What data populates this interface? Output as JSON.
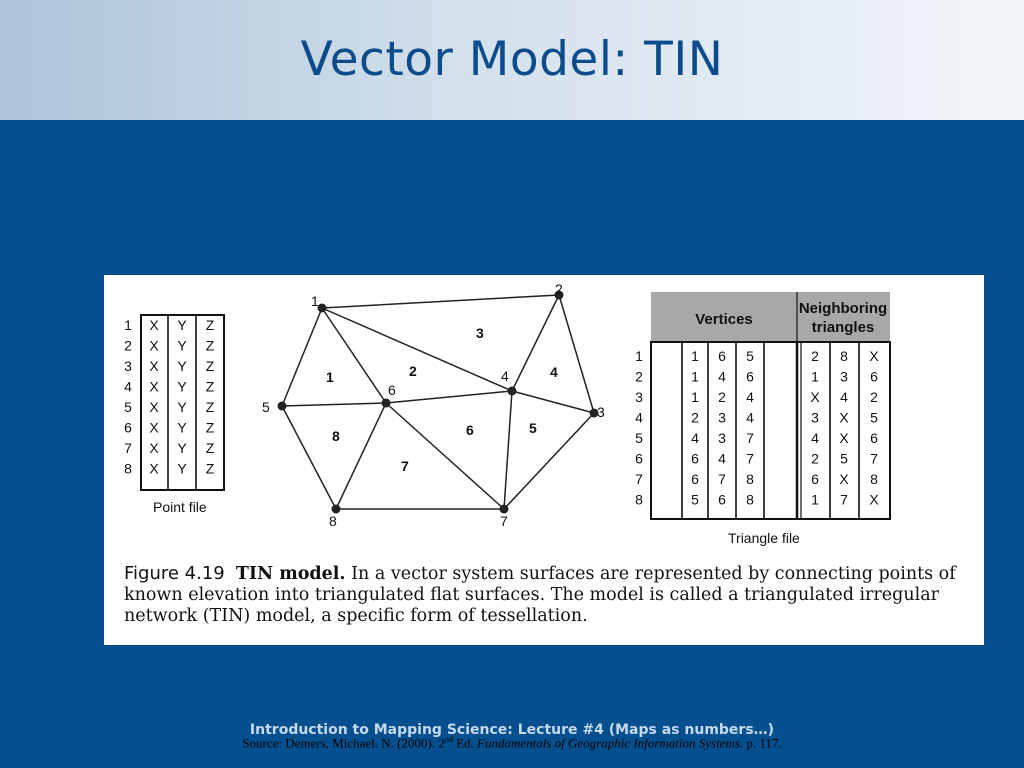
{
  "slide": {
    "title": "Vector Model: TIN"
  },
  "figure": {
    "point_file": {
      "label": "Point file",
      "rows": [
        {
          "id": "1",
          "x": "X",
          "y": "Y",
          "z": "Z"
        },
        {
          "id": "2",
          "x": "X",
          "y": "Y",
          "z": "Z"
        },
        {
          "id": "3",
          "x": "X",
          "y": "Y",
          "z": "Z"
        },
        {
          "id": "4",
          "x": "X",
          "y": "Y",
          "z": "Z"
        },
        {
          "id": "5",
          "x": "X",
          "y": "Y",
          "z": "Z"
        },
        {
          "id": "6",
          "x": "X",
          "y": "Y",
          "z": "Z"
        },
        {
          "id": "7",
          "x": "X",
          "y": "Y",
          "z": "Z"
        },
        {
          "id": "8",
          "x": "X",
          "y": "Y",
          "z": "Z"
        }
      ]
    },
    "network": {
      "point_labels": [
        "1",
        "2",
        "3",
        "4",
        "5",
        "6",
        "7",
        "8"
      ],
      "triangle_labels": [
        "1",
        "2",
        "3",
        "4",
        "5",
        "6",
        "7",
        "8"
      ]
    },
    "triangle_file": {
      "label": "Triangle file",
      "header_vertices": "Vertices",
      "header_neighbors_line1": "Neighboring",
      "header_neighbors_line2": "triangles",
      "rows": [
        {
          "id": "1",
          "v": [
            "1",
            "6",
            "5"
          ],
          "n": [
            "2",
            "8",
            "X"
          ]
        },
        {
          "id": "2",
          "v": [
            "1",
            "4",
            "6"
          ],
          "n": [
            "1",
            "3",
            "6"
          ]
        },
        {
          "id": "3",
          "v": [
            "1",
            "2",
            "4"
          ],
          "n": [
            "X",
            "4",
            "2"
          ]
        },
        {
          "id": "4",
          "v": [
            "2",
            "3",
            "4"
          ],
          "n": [
            "3",
            "X",
            "5"
          ]
        },
        {
          "id": "5",
          "v": [
            "4",
            "3",
            "7"
          ],
          "n": [
            "4",
            "X",
            "6"
          ]
        },
        {
          "id": "6",
          "v": [
            "6",
            "4",
            "7"
          ],
          "n": [
            "2",
            "5",
            "7"
          ]
        },
        {
          "id": "7",
          "v": [
            "6",
            "7",
            "8"
          ],
          "n": [
            "6",
            "X",
            "8"
          ]
        },
        {
          "id": "8",
          "v": [
            "5",
            "6",
            "8"
          ],
          "n": [
            "1",
            "7",
            "X"
          ]
        }
      ]
    },
    "caption": {
      "label": "Figure 4.19",
      "title": "TIN model.",
      "text": "In a vector system surfaces are represented by connecting points of known elevation into triangulated flat surfaces. The model is called a triangulated irregular network (TIN) model, a specific form of tessellation."
    }
  },
  "footer": {
    "lecture": "Introduction to Mapping Science: Lecture #4 (Maps as numbers…)",
    "source_prefix": "Source: Demers, Michael. N. (2000). 2",
    "source_sup": "nd",
    "source_mid": " Ed. ",
    "source_book": "Fundamentals of Geographic Information Systems.",
    "source_suffix": " p. 117."
  },
  "colors": {
    "slide_background": "#04508f",
    "title": "#0c4c8c",
    "table_header": "#a8a8a8"
  }
}
